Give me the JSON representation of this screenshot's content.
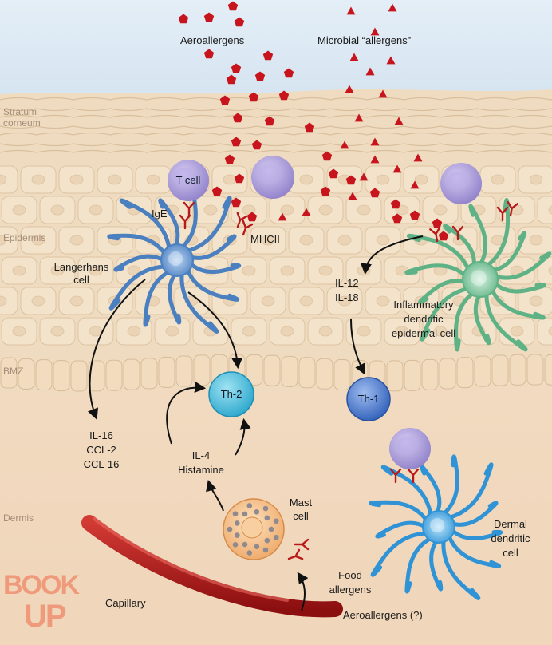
{
  "labels": {
    "aeroallergens": "Aeroallergens",
    "microbial_allergens": "Microbial “allergens”",
    "stratum_corneum_1": "Stratum",
    "stratum_corneum_2": "corneum",
    "epidermis": "Epidermis",
    "bmz": "BMZ",
    "dermis": "Dermis",
    "t_cell": "T cell",
    "ige": "IgE",
    "mhcii": "MHCII",
    "langerhans_1": "Langerhans",
    "langerhans_2": "cell",
    "il12": "IL-12",
    "il18": "IL-18",
    "inflammatory_1": "Inflammatory",
    "inflammatory_2": "dendritic",
    "inflammatory_3": "epidermal cell",
    "th2": "Th-2",
    "th1": "Th-1",
    "il16": "IL-16",
    "ccl2": "CCL-2",
    "ccl16": "CCL-16",
    "il4": "IL-4",
    "histamine": "Histamine",
    "mast_1": "Mast",
    "mast_2": "cell",
    "dermal_1": "Dermal",
    "dermal_2": "dendritic",
    "dermal_3": "cell",
    "food_1": "Food",
    "food_2": "allergens",
    "capillary": "Capillary",
    "aeroallergens_q": "Aeroallergens (?)"
  },
  "watermark": {
    "line1": "BOOK",
    "line2": "UP"
  },
  "colors": {
    "sky": "#dbe8f3",
    "skin": "#efdcc0",
    "dermis": "#f2dcc2",
    "allergen": "#c8141c",
    "langerhans": "#4a7fc0",
    "inflammatory": "#5fb285",
    "dermal_dc": "#2f93d6",
    "t_cell": "#a99bd8",
    "th2": "#3bb5d6",
    "th1": "#3a6fc9",
    "mast": "#f2bb80",
    "capillary": "#b81a1a",
    "receptor": "#b81a1a"
  },
  "icons": [
    "pentagon-allergen-icon",
    "triangle-allergen-icon",
    "receptor-icon",
    "arrow-icon"
  ]
}
